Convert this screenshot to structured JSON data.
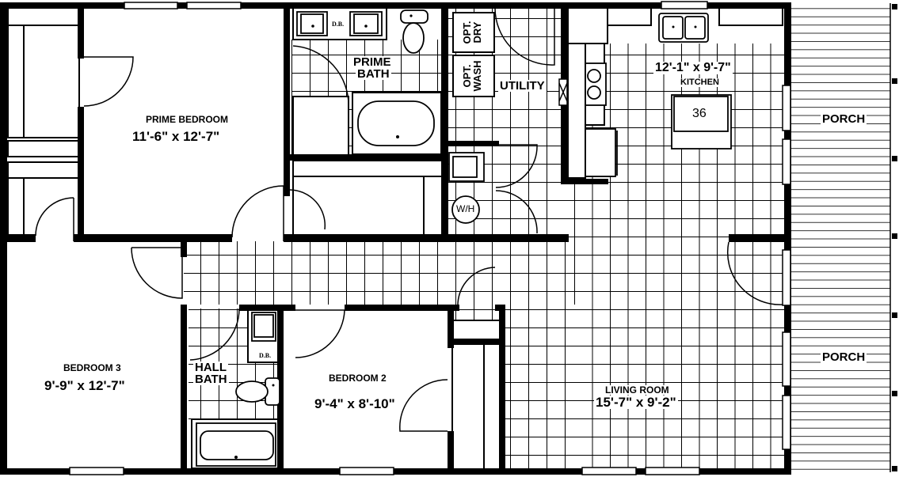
{
  "plan": {
    "type": "floor-plan",
    "rooms": [
      {
        "id": "prime-bedroom",
        "name": "PRIME BEDROOM",
        "dimensions": "11'-6\" x 12'-7\""
      },
      {
        "id": "prime-bath",
        "name_line1": "PRIME",
        "name_line2": "BATH"
      },
      {
        "id": "utility",
        "name": "UTILITY"
      },
      {
        "id": "kitchen",
        "name": "KITCHEN",
        "dimensions": "12'-1\" x 9'-7\""
      },
      {
        "id": "bedroom-3",
        "name": "BEDROOM 3",
        "dimensions": "9'-9\" x 12'-7\""
      },
      {
        "id": "hall-bath",
        "name_line1": "HALL",
        "name_line2": "BATH"
      },
      {
        "id": "bedroom-2",
        "name": "BEDROOM 2",
        "dimensions": "9'-4\" x 8'-10\""
      },
      {
        "id": "living-room",
        "name": "LIVING ROOM",
        "dimensions": "15'-7\" x 9'-2\""
      },
      {
        "id": "porch-top",
        "name": "PORCH"
      },
      {
        "id": "porch-bottom",
        "name": "PORCH"
      }
    ],
    "fixtures": {
      "double_bowl_prime": "D.B.",
      "double_bowl_hall": "D.B.",
      "dryer_line1": "OPT.",
      "dryer_line2": "DRY",
      "washer_line1": "OPT.",
      "washer_line2": "WASH",
      "water_heater": "W/H",
      "island_size": "36"
    },
    "colors": {
      "wall": "#000000",
      "floor": "#ffffff",
      "tile_line": "#000000"
    }
  }
}
